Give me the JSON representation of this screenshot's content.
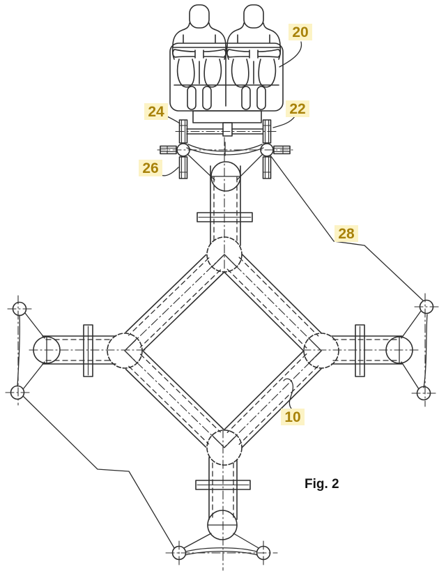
{
  "figure": {
    "caption": "Fig. 2",
    "reference_labels": [
      {
        "id": "20",
        "text": "20"
      },
      {
        "id": "22",
        "text": "22"
      },
      {
        "id": "24",
        "text": "24"
      },
      {
        "id": "26",
        "text": "26"
      },
      {
        "id": "28",
        "text": "28"
      },
      {
        "id": "10",
        "text": "10"
      }
    ],
    "colors": {
      "background": "#ffffff",
      "line": "#2e2e2e",
      "label_text": "#a8820a",
      "label_highlight": "#fcf3c5",
      "caption_text": "#151515"
    }
  }
}
